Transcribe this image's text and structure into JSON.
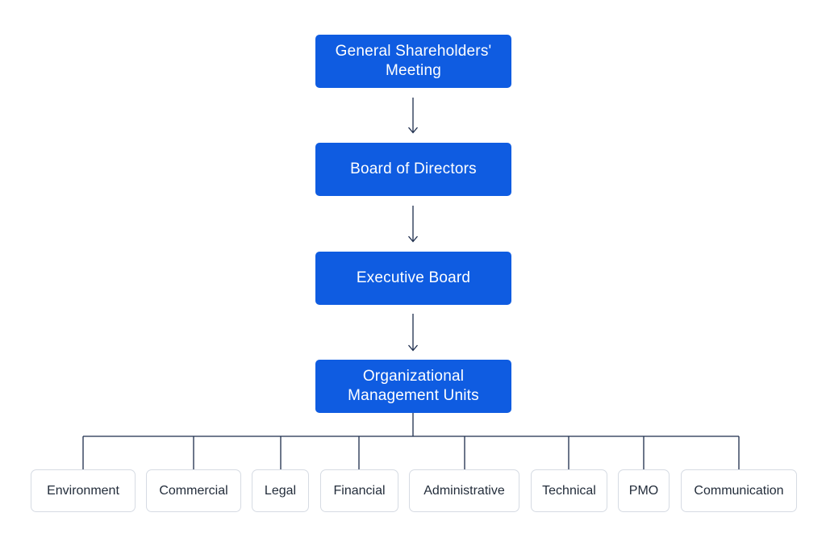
{
  "diagram": {
    "levels": [
      {
        "id": "general-shareholders-meeting",
        "label": "General Shareholders' Meeting"
      },
      {
        "id": "board-of-directors",
        "label": "Board of Directors"
      },
      {
        "id": "executive-board",
        "label": "Executive Board"
      },
      {
        "id": "organizational-management-units",
        "label": "Organizational Management Units"
      }
    ],
    "units": [
      {
        "id": "environment",
        "label": "Environment"
      },
      {
        "id": "commercial",
        "label": "Commercial"
      },
      {
        "id": "legal",
        "label": "Legal"
      },
      {
        "id": "financial",
        "label": "Financial"
      },
      {
        "id": "administrative",
        "label": "Administrative"
      },
      {
        "id": "technical",
        "label": "Technical"
      },
      {
        "id": "pmo",
        "label": "PMO"
      },
      {
        "id": "communication",
        "label": "Communication"
      }
    ],
    "colors": {
      "box_fill": "#0f5ce1",
      "box_text": "#ffffff",
      "connector": "#1c2c4c",
      "unit_border": "#d6dbe3",
      "unit_text": "#232d3b"
    }
  }
}
